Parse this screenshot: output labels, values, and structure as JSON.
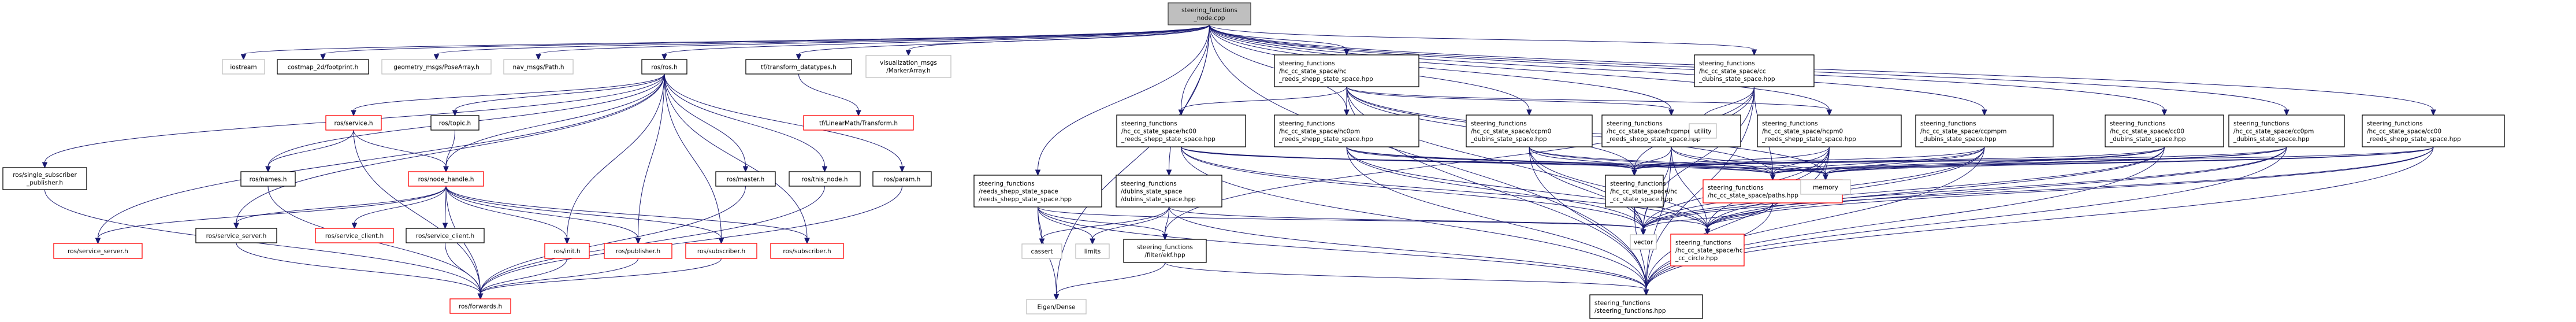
{
  "graph_title": "steering_functions_node.cpp include dependency graph",
  "colors": {
    "edge": "#191970",
    "root_fill": "#bfbfbf",
    "border_normal": "#000000",
    "border_truncated": "#ff0000",
    "border_external": "#bfbfbf"
  },
  "nodes": [
    {
      "id": "root",
      "lines": [
        "steering_functions",
        "_node.cpp"
      ],
      "style": "root"
    },
    {
      "id": "iostream",
      "lines": [
        "iostream"
      ],
      "style": "external"
    },
    {
      "id": "footprint",
      "lines": [
        "costmap_2d/footprint.h"
      ],
      "style": "normal"
    },
    {
      "id": "posearray",
      "lines": [
        "geometry_msgs/PoseArray.h"
      ],
      "style": "external"
    },
    {
      "id": "navpath",
      "lines": [
        "nav_msgs/Path.h"
      ],
      "style": "external"
    },
    {
      "id": "rosh",
      "lines": [
        "ros/ros.h"
      ],
      "style": "normal"
    },
    {
      "id": "tfdt",
      "lines": [
        "tf/transform_datatypes.h"
      ],
      "style": "normal"
    },
    {
      "id": "markerarray",
      "lines": [
        "visualization_msgs",
        "/MarkerArray.h"
      ],
      "style": "external"
    },
    {
      "id": "service",
      "lines": [
        "ros/service.h"
      ],
      "style": "truncated"
    },
    {
      "id": "topic",
      "lines": [
        "ros/topic.h"
      ],
      "style": "normal"
    },
    {
      "id": "tftransform",
      "lines": [
        "tf/LinearMath/Transform.h"
      ],
      "style": "truncated"
    },
    {
      "id": "ssp",
      "lines": [
        "ros/single_subscriber",
        "_publisher.h"
      ],
      "style": "normal"
    },
    {
      "id": "names",
      "lines": [
        "ros/names.h"
      ],
      "style": "normal"
    },
    {
      "id": "nodehandle",
      "lines": [
        "ros/node_handle.h"
      ],
      "style": "truncated"
    },
    {
      "id": "master",
      "lines": [
        "ros/master.h"
      ],
      "style": "normal"
    },
    {
      "id": "thisnode",
      "lines": [
        "ros/this_node.h"
      ],
      "style": "normal"
    },
    {
      "id": "param",
      "lines": [
        "ros/param.h"
      ],
      "style": "normal"
    },
    {
      "id": "sserver1",
      "lines": [
        "ros/service_server.h"
      ],
      "style": "truncated"
    },
    {
      "id": "sserver2",
      "lines": [
        "ros/service_server.h"
      ],
      "style": "normal"
    },
    {
      "id": "sclient1",
      "lines": [
        "ros/service_client.h"
      ],
      "style": "truncated"
    },
    {
      "id": "sclient2",
      "lines": [
        "ros/service_client.h"
      ],
      "style": "normal"
    },
    {
      "id": "init",
      "lines": [
        "ros/init.h"
      ],
      "style": "truncated"
    },
    {
      "id": "publisher",
      "lines": [
        "ros/publisher.h"
      ],
      "style": "truncated"
    },
    {
      "id": "subscriber1",
      "lines": [
        "ros/subscriber.h"
      ],
      "style": "truncated"
    },
    {
      "id": "subscriber2",
      "lines": [
        "ros/subscriber.h"
      ],
      "style": "truncated"
    },
    {
      "id": "forwards",
      "lines": [
        "ros/forwards.h"
      ],
      "style": "truncated"
    },
    {
      "id": "rs",
      "lines": [
        "steering_functions",
        "/reeds_shepp_state_space",
        "/reeds_shepp_state_space.hpp"
      ],
      "style": "normal"
    },
    {
      "id": "dub",
      "lines": [
        "steering_functions",
        "/dubins_state_space",
        "/dubins_state_space.hpp"
      ],
      "style": "normal"
    },
    {
      "id": "cassert",
      "lines": [
        "cassert"
      ],
      "style": "external"
    },
    {
      "id": "limits",
      "lines": [
        "limits"
      ],
      "style": "external"
    },
    {
      "id": "ekf",
      "lines": [
        "steering_functions",
        "/filter/ekf.hpp"
      ],
      "style": "normal"
    },
    {
      "id": "eigen",
      "lines": [
        "Eigen/Dense"
      ],
      "style": "external"
    },
    {
      "id": "hcrs",
      "lines": [
        "steering_functions",
        "/hc_cc_state_space/hc",
        "_reeds_shepp_state_space.hpp"
      ],
      "style": "normal"
    },
    {
      "id": "hc00",
      "lines": [
        "steering_functions",
        "/hc_cc_state_space/hc00",
        "_reeds_shepp_state_space.hpp"
      ],
      "style": "normal"
    },
    {
      "id": "hc0pm",
      "lines": [
        "steering_functions",
        "/hc_cc_state_space/hc0pm",
        "_reeds_shepp_state_space.hpp"
      ],
      "style": "normal"
    },
    {
      "id": "ccpm0",
      "lines": [
        "steering_functions",
        "/hc_cc_state_space/ccpm0",
        "_dubins_state_space.hpp"
      ],
      "style": "normal"
    },
    {
      "id": "hcpmpm",
      "lines": [
        "steering_functions",
        "/hc_cc_state_space/hcpmpm",
        "_reeds_shepp_state_space.hpp"
      ],
      "style": "normal"
    },
    {
      "id": "ccdub",
      "lines": [
        "steering_functions",
        "/hc_cc_state_space/cc",
        "_dubins_state_space.hpp"
      ],
      "style": "normal"
    },
    {
      "id": "utility",
      "lines": [
        "utility"
      ],
      "style": "external"
    },
    {
      "id": "hcpm0",
      "lines": [
        "steering_functions",
        "/hc_cc_state_space/hcpm0",
        "_reeds_shepp_state_space.hpp"
      ],
      "style": "normal"
    },
    {
      "id": "ccpmpm",
      "lines": [
        "steering_functions",
        "/hc_cc_state_space/ccpmpm",
        "_dubins_state_space.hpp"
      ],
      "style": "normal"
    },
    {
      "id": "cc00d",
      "lines": [
        "steering_functions",
        "/hc_cc_state_space/cc00",
        "_dubins_state_space.hpp"
      ],
      "style": "normal"
    },
    {
      "id": "cc0pm",
      "lines": [
        "steering_functions",
        "/hc_cc_state_space/cc0pm",
        "_dubins_state_space.hpp"
      ],
      "style": "normal"
    },
    {
      "id": "cc00rs",
      "lines": [
        "steering_functions",
        "/hc_cc_state_space/cc00",
        "_reeds_shepp_state_space.hpp"
      ],
      "style": "normal"
    },
    {
      "id": "hccc",
      "lines": [
        "steering_functions",
        "/hc_cc_state_space/hc",
        "_cc_state_space.hpp"
      ],
      "style": "normal"
    },
    {
      "id": "paths",
      "lines": [
        "steering_functions",
        "/hc_cc_state_space/paths.hpp"
      ],
      "style": "truncated"
    },
    {
      "id": "memory",
      "lines": [
        "memory"
      ],
      "style": "external"
    },
    {
      "id": "vector",
      "lines": [
        "vector"
      ],
      "style": "external"
    },
    {
      "id": "circle",
      "lines": [
        "steering_functions",
        "/hc_cc_state_space/hc",
        "_cc_circle.hpp"
      ],
      "style": "truncated"
    },
    {
      "id": "sfh",
      "lines": [
        "steering_functions",
        "/steering_functions.hpp"
      ],
      "style": "normal"
    }
  ],
  "edges": [
    [
      "root",
      "iostream"
    ],
    [
      "root",
      "footprint"
    ],
    [
      "root",
      "posearray"
    ],
    [
      "root",
      "navpath"
    ],
    [
      "root",
      "rosh"
    ],
    [
      "root",
      "tfdt"
    ],
    [
      "root",
      "markerarray"
    ],
    [
      "root",
      "rs"
    ],
    [
      "root",
      "dub"
    ],
    [
      "root",
      "eigen"
    ],
    [
      "root",
      "hcrs"
    ],
    [
      "root",
      "hc00"
    ],
    [
      "root",
      "hc0pm"
    ],
    [
      "root",
      "ccpm0"
    ],
    [
      "root",
      "hcpmpm"
    ],
    [
      "root",
      "ccdub"
    ],
    [
      "root",
      "hcpm0"
    ],
    [
      "root",
      "ccpmpm"
    ],
    [
      "root",
      "cc00d"
    ],
    [
      "root",
      "cc0pm"
    ],
    [
      "root",
      "cc00rs"
    ],
    [
      "root",
      "sfh"
    ],
    [
      "rosh",
      "ssp"
    ],
    [
      "rosh",
      "sserver1"
    ],
    [
      "rosh",
      "sserver2"
    ],
    [
      "rosh",
      "names"
    ],
    [
      "rosh",
      "service"
    ],
    [
      "rosh",
      "topic"
    ],
    [
      "rosh",
      "nodehandle"
    ],
    [
      "rosh",
      "init"
    ],
    [
      "rosh",
      "publisher"
    ],
    [
      "rosh",
      "subscriber1"
    ],
    [
      "rosh",
      "subscriber2"
    ],
    [
      "rosh",
      "master"
    ],
    [
      "rosh",
      "thisnode"
    ],
    [
      "rosh",
      "param"
    ],
    [
      "tfdt",
      "tftransform"
    ],
    [
      "service",
      "names"
    ],
    [
      "service",
      "nodehandle"
    ],
    [
      "service",
      "forwards"
    ],
    [
      "topic",
      "nodehandle"
    ],
    [
      "names",
      "forwards"
    ],
    [
      "nodehandle",
      "sserver1"
    ],
    [
      "nodehandle",
      "sserver2"
    ],
    [
      "nodehandle",
      "sclient1"
    ],
    [
      "nodehandle",
      "sclient2"
    ],
    [
      "nodehandle",
      "init"
    ],
    [
      "nodehandle",
      "publisher"
    ],
    [
      "nodehandle",
      "subscriber1"
    ],
    [
      "nodehandle",
      "subscriber2"
    ],
    [
      "nodehandle",
      "forwards"
    ],
    [
      "ssp",
      "forwards"
    ],
    [
      "sserver2",
      "forwards"
    ],
    [
      "sclient2",
      "forwards"
    ],
    [
      "init",
      "forwards"
    ],
    [
      "publisher",
      "forwards"
    ],
    [
      "subscriber1",
      "forwards"
    ],
    [
      "master",
      "forwards"
    ],
    [
      "thisnode",
      "forwards"
    ],
    [
      "param",
      "forwards"
    ],
    [
      "rs",
      "cassert"
    ],
    [
      "rs",
      "limits"
    ],
    [
      "rs",
      "ekf"
    ],
    [
      "rs",
      "eigen"
    ],
    [
      "rs",
      "vector"
    ],
    [
      "rs",
      "sfh"
    ],
    [
      "dub",
      "cassert"
    ],
    [
      "dub",
      "limits"
    ],
    [
      "dub",
      "ekf"
    ],
    [
      "dub",
      "vector"
    ],
    [
      "dub",
      "sfh"
    ],
    [
      "ekf",
      "eigen"
    ],
    [
      "ekf",
      "sfh"
    ],
    [
      "hcrs",
      "hc00"
    ],
    [
      "hcrs",
      "hc0pm"
    ],
    [
      "hcrs",
      "hcpm0"
    ],
    [
      "hcrs",
      "hcpmpm"
    ],
    [
      "hcrs",
      "hccc"
    ],
    [
      "hcrs",
      "paths"
    ],
    [
      "hcrs",
      "memory"
    ],
    [
      "hcrs",
      "vector"
    ],
    [
      "hcrs",
      "sfh"
    ],
    [
      "hc00",
      "hccc"
    ],
    [
      "hc00",
      "paths"
    ],
    [
      "hc00",
      "memory"
    ],
    [
      "hc00",
      "vector"
    ],
    [
      "hc00",
      "circle"
    ],
    [
      "hc00",
      "sfh"
    ],
    [
      "hc0pm",
      "hccc"
    ],
    [
      "hc0pm",
      "paths"
    ],
    [
      "hc0pm",
      "memory"
    ],
    [
      "hc0pm",
      "vector"
    ],
    [
      "hc0pm",
      "circle"
    ],
    [
      "hc0pm",
      "sfh"
    ],
    [
      "ccpm0",
      "hccc"
    ],
    [
      "ccpm0",
      "paths"
    ],
    [
      "ccpm0",
      "memory"
    ],
    [
      "ccpm0",
      "vector"
    ],
    [
      "ccpm0",
      "circle"
    ],
    [
      "ccpm0",
      "sfh"
    ],
    [
      "hcpmpm",
      "hccc"
    ],
    [
      "hcpmpm",
      "paths"
    ],
    [
      "hcpmpm",
      "memory"
    ],
    [
      "hcpmpm",
      "vector"
    ],
    [
      "hcpmpm",
      "circle"
    ],
    [
      "hcpmpm",
      "sfh"
    ],
    [
      "ccdub",
      "utility"
    ],
    [
      "ccdub",
      "hccc"
    ],
    [
      "ccdub",
      "paths"
    ],
    [
      "ccdub",
      "vector"
    ],
    [
      "ccdub",
      "sfh"
    ],
    [
      "ccdub",
      "ekf"
    ],
    [
      "hcpm0",
      "hccc"
    ],
    [
      "hcpm0",
      "paths"
    ],
    [
      "hcpm0",
      "memory"
    ],
    [
      "hcpm0",
      "vector"
    ],
    [
      "hcpm0",
      "circle"
    ],
    [
      "hcpm0",
      "sfh"
    ],
    [
      "ccpmpm",
      "hccc"
    ],
    [
      "ccpmpm",
      "paths"
    ],
    [
      "ccpmpm",
      "memory"
    ],
    [
      "ccpmpm",
      "vector"
    ],
    [
      "ccpmpm",
      "circle"
    ],
    [
      "ccpmpm",
      "sfh"
    ],
    [
      "cc00d",
      "hccc"
    ],
    [
      "cc00d",
      "paths"
    ],
    [
      "cc00d",
      "memory"
    ],
    [
      "cc00d",
      "vector"
    ],
    [
      "cc00d",
      "circle"
    ],
    [
      "cc00d",
      "sfh"
    ],
    [
      "cc0pm",
      "hccc"
    ],
    [
      "cc0pm",
      "paths"
    ],
    [
      "cc0pm",
      "memory"
    ],
    [
      "cc0pm",
      "vector"
    ],
    [
      "cc0pm",
      "circle"
    ],
    [
      "cc0pm",
      "sfh"
    ],
    [
      "cc00rs",
      "hccc"
    ],
    [
      "cc00rs",
      "paths"
    ],
    [
      "cc00rs",
      "memory"
    ],
    [
      "cc00rs",
      "vector"
    ],
    [
      "cc00rs",
      "circle"
    ],
    [
      "cc00rs",
      "sfh"
    ],
    [
      "hccc",
      "vector"
    ],
    [
      "hccc",
      "circle"
    ],
    [
      "hccc",
      "sfh"
    ],
    [
      "paths",
      "vector"
    ],
    [
      "paths",
      "circle"
    ],
    [
      "paths",
      "sfh"
    ]
  ]
}
